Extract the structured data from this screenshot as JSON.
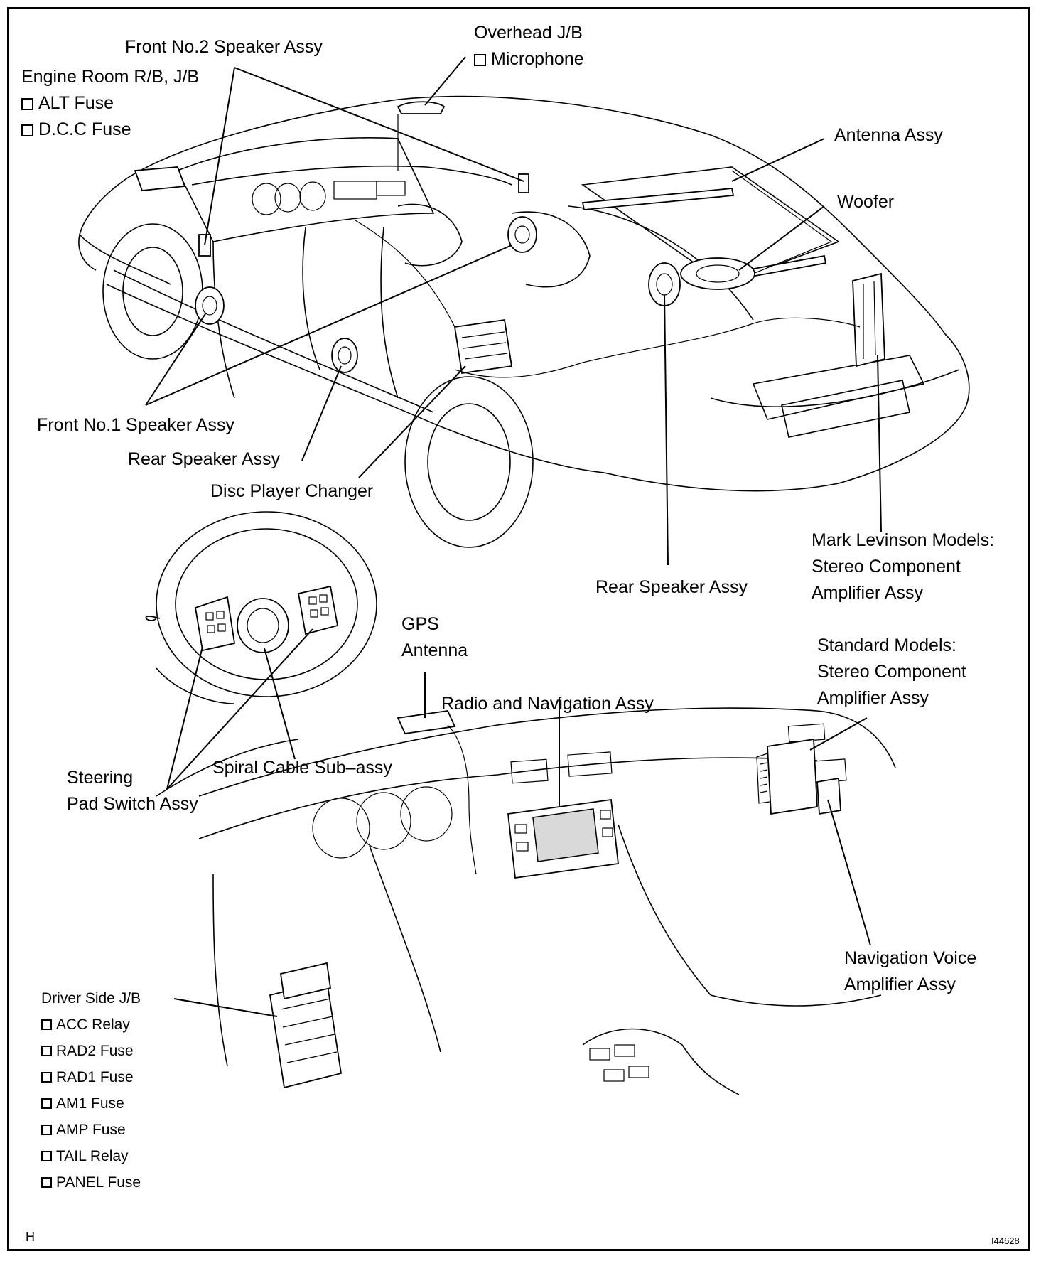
{
  "labels": {
    "front_no2_speaker": "Front No.2 Speaker Assy",
    "overhead_jb": "Overhead J/B",
    "microphone": "Microphone",
    "engine_room_rb_jb": "Engine Room R/B, J/B",
    "alt_fuse": "ALT Fuse",
    "dcc_fuse": "D.C.C Fuse",
    "antenna_assy": "Antenna Assy",
    "woofer": "Woofer",
    "front_no1_speaker": "Front No.1 Speaker Assy",
    "rear_speaker_left": "Rear Speaker Assy",
    "disc_player_changer": "Disc Player Changer",
    "mark_levinson": [
      "Mark Levinson Models:",
      "Stereo Component",
      "Amplifier Assy"
    ],
    "rear_speaker_right": "Rear Speaker Assy",
    "gps_antenna": [
      "GPS",
      "Antenna"
    ],
    "radio_navigation": "Radio and Navigation Assy",
    "standard_models": [
      "Standard Models:",
      "Stereo Component",
      "Amplifier Assy"
    ],
    "spiral_cable": "Spiral Cable Sub–assy",
    "steering_pad": [
      "Steering",
      "Pad Switch Assy"
    ],
    "navigation_voice": [
      "Navigation Voice",
      "Amplifier Assy"
    ],
    "driver_side_jb": "Driver Side J/B",
    "driver_side_items": [
      "ACC Relay",
      "RAD2 Fuse",
      "RAD1 Fuse",
      "AM1 Fuse",
      "AMP Fuse",
      "TAIL Relay",
      "PANEL Fuse"
    ],
    "corner_left": "H",
    "figure_id": "I44628"
  }
}
